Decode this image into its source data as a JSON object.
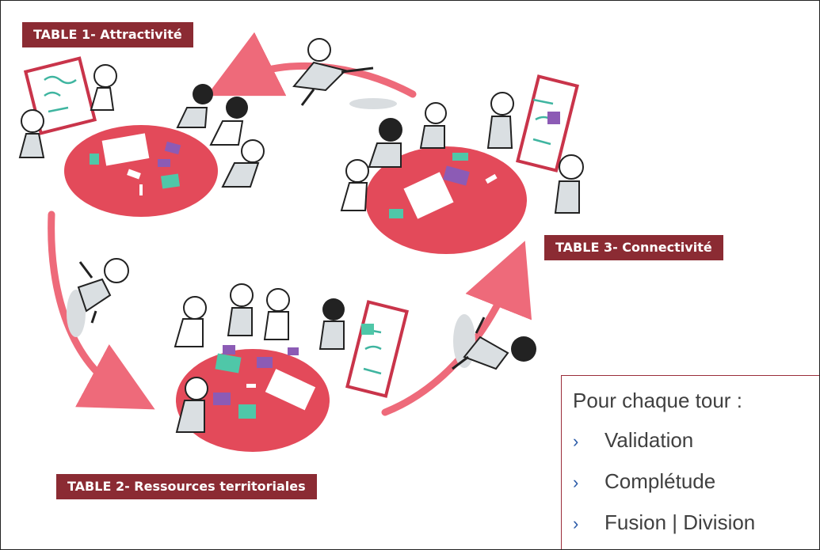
{
  "tables": [
    {
      "label": "TABLE 1- Attractivité"
    },
    {
      "label": "TABLE 2- Ressources territoriales"
    },
    {
      "label": "TABLE 3- Connectivité"
    }
  ],
  "steps_box": {
    "title": "Pour chaque tour :",
    "items": [
      "Validation",
      "Complétude",
      "Fusion | Division"
    ]
  },
  "colors": {
    "table_fill": "#e34a5a",
    "arrow": "#ee6a7a",
    "label_bg": "#8b2b33",
    "sticky_green": "#4fc7a8",
    "sticky_purple": "#8c5bb5",
    "bullet_chevron": "#2b5ba8"
  },
  "icons": {
    "bullet": "chevron-right-icon",
    "rotation_arrow": "curved-arrow-icon"
  }
}
